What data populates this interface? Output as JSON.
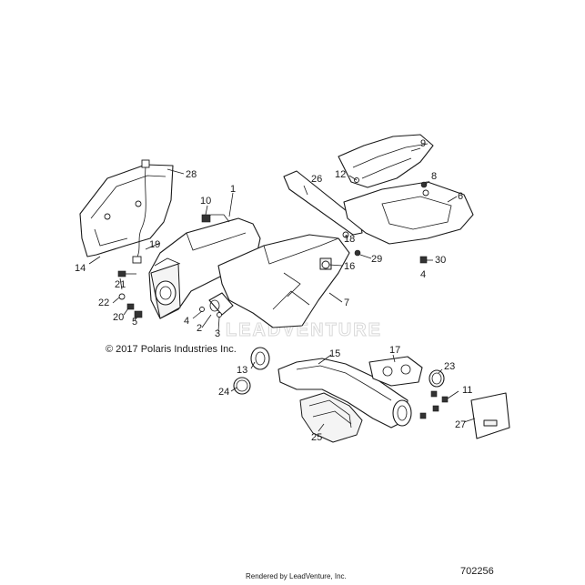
{
  "copyright": "© 2017 Polaris Industries Inc.",
  "document_number": "702256",
  "credit": "Rendered by LeadVenture, Inc.",
  "watermark": "LEADVENTURE",
  "callouts": [
    "1",
    "2",
    "3",
    "4",
    "4",
    "5",
    "6",
    "7",
    "8",
    "9",
    "10",
    "11",
    "12",
    "13",
    "14",
    "15",
    "16",
    "17",
    "18",
    "19",
    "20",
    "21",
    "22",
    "23",
    "24",
    "25",
    "26",
    "27",
    "28",
    "29",
    "30"
  ],
  "colors": {
    "line": "#1a1a1a",
    "background": "#ffffff",
    "watermark": "#d9d9d9"
  }
}
